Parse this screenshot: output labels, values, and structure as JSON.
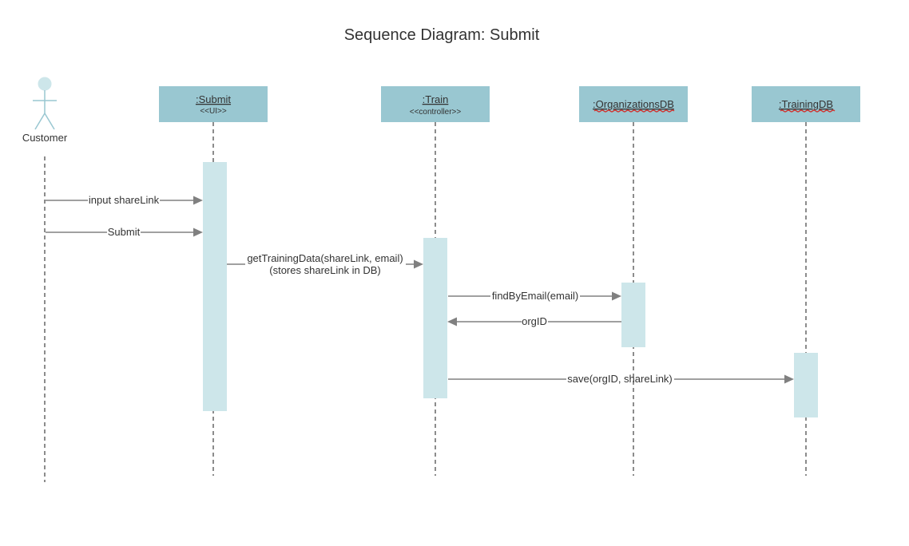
{
  "diagram": {
    "title": "Sequence Diagram: Submit",
    "colors": {
      "object_box": "#99c7d1",
      "activation": "#cde6ea",
      "arrow": "#808080",
      "lifeline": "#666666",
      "spellcheck_underline": "#d0312d"
    },
    "actor": {
      "name": "Customer",
      "icon": "stick-figure-icon"
    },
    "objects": [
      {
        "id": "submit",
        "name": ":Submit",
        "stereotype": "<<UI>>"
      },
      {
        "id": "train",
        "name": ":Train",
        "stereotype": "<<controller>>"
      },
      {
        "id": "orgdb",
        "name": ":OrganizationsDB",
        "stereotype": ""
      },
      {
        "id": "trainingdb",
        "name": ":TrainingDB",
        "stereotype": ""
      }
    ],
    "messages": [
      {
        "from": "actor",
        "to": "submit",
        "label": "input shareLink"
      },
      {
        "from": "actor",
        "to": "submit",
        "label": "Submit"
      },
      {
        "from": "submit",
        "to": "train",
        "label": "getTrainingData(shareLink, email)",
        "note": "(stores shareLink in DB)"
      },
      {
        "from": "train",
        "to": "orgdb",
        "label": "findByEmail(email)"
      },
      {
        "from": "orgdb",
        "to": "train",
        "label": "orgID"
      },
      {
        "from": "train",
        "to": "trainingdb",
        "label": "save(orgID, shareLink)"
      }
    ]
  }
}
